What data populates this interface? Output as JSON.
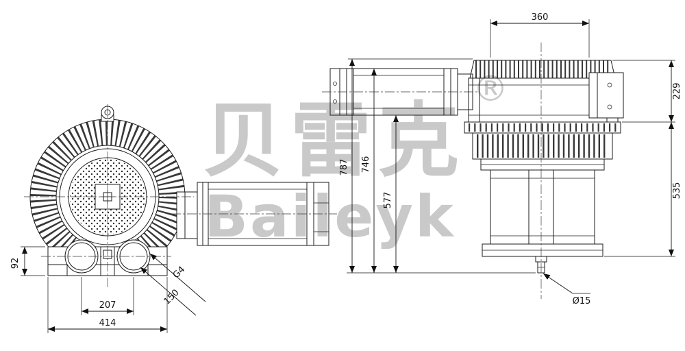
{
  "watermark": {
    "cjk": "贝雷克",
    "registered": "®",
    "latin": "Baileyk"
  },
  "front_view": {
    "dimensions": {
      "base_height": "92",
      "port_spacing": "207",
      "base_width": "414",
      "diagonal": "150"
    },
    "labels": {
      "thread": "G4"
    }
  },
  "side_view": {
    "dimensions": {
      "motor_width": "360",
      "motor_height": "229",
      "total_height": "787",
      "silencer_top_height": "746",
      "silencer_bottom_height": "577",
      "body_height": "535",
      "shaft_diameter": "Ø15"
    }
  }
}
